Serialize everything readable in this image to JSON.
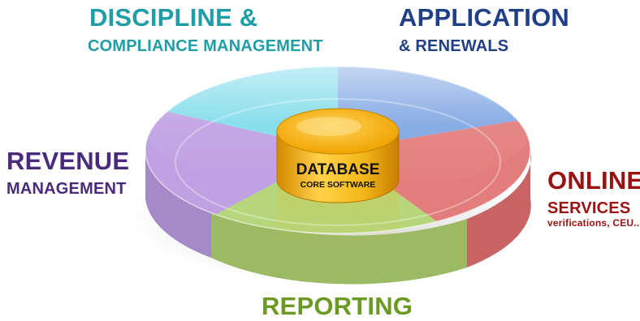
{
  "diagram": {
    "center": {
      "title": "DATABASE",
      "subtitle": "CORE SOFTWARE",
      "color": "#f4b81a"
    },
    "segments": [
      {
        "key": "discipline",
        "line1": "DISCIPLINE &",
        "line2": "COMPLIANCE MANAGEMENT",
        "text_color": "#1f9ea7",
        "fill": "#7fdcea"
      },
      {
        "key": "application",
        "line1": "APPLICATION",
        "line2": "& RENEWALS",
        "text_color": "#1f3f86",
        "fill": "#7fa6e2"
      },
      {
        "key": "online",
        "line1": "ONLINE",
        "line2": "SERVICES",
        "line3": "verifications, CEU...",
        "text_color": "#9a1111",
        "fill": "#e37d7d"
      },
      {
        "key": "reporting",
        "line1": "REPORTING",
        "text_color": "#6a9a22",
        "fill": "#b5d67a"
      },
      {
        "key": "revenue",
        "line1": "REVENUE",
        "line2": "MANAGEMENT",
        "text_color": "#4a2a7a",
        "fill": "#bfa0e2"
      }
    ]
  }
}
